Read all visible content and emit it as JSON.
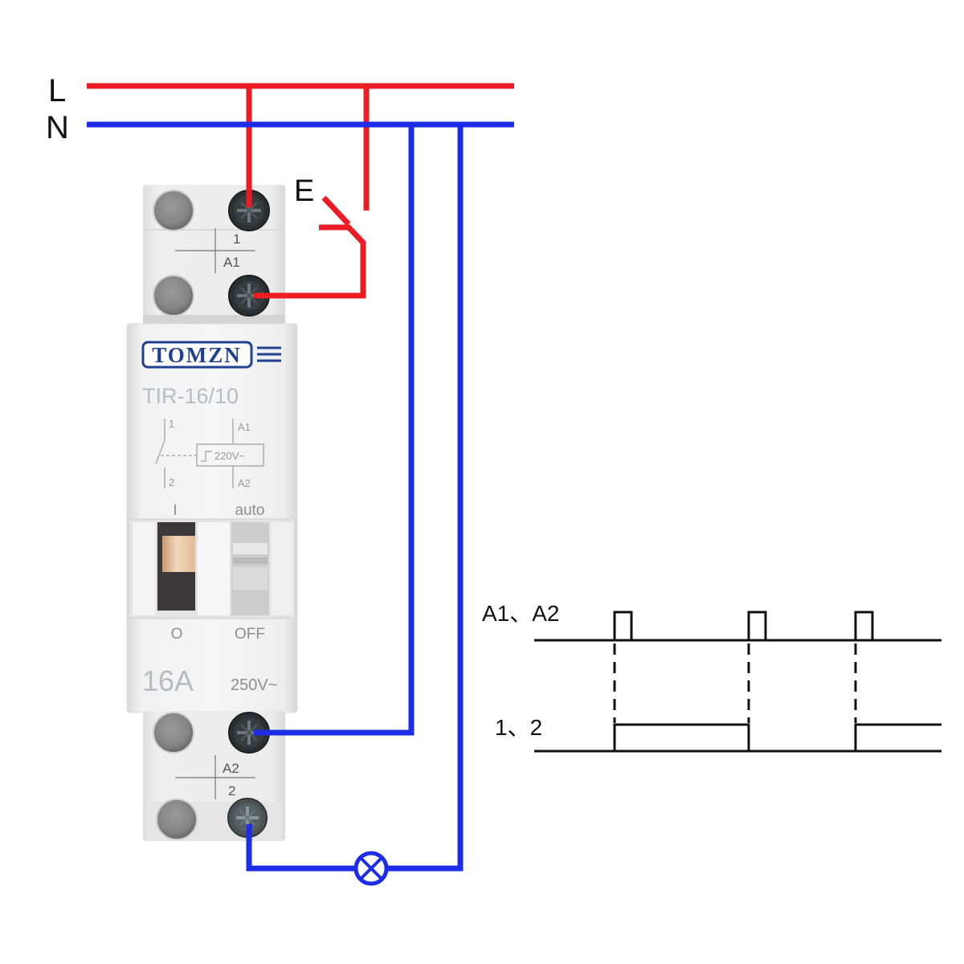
{
  "bus": {
    "live_label": "L",
    "neutral_label": "N"
  },
  "switch": {
    "label": "E"
  },
  "device": {
    "brand": "TOMZN",
    "model": "TIR-16/10",
    "top_terminals": {
      "upper": "1",
      "lower": "A1"
    },
    "symbol": {
      "contact_top": "1",
      "contact_bottom": "2",
      "coil_top": "A1",
      "coil_bottom": "A2",
      "coil_voltage": "220V~"
    },
    "toggle": {
      "on_label": "I",
      "off_label": "O"
    },
    "mode": {
      "auto_label": "auto",
      "off_label": "OFF"
    },
    "rating_current": "16A",
    "rating_voltage": "250V~",
    "bottom_terminals": {
      "upper": "A2",
      "lower": "2"
    }
  },
  "timing": {
    "input_label": "A1、A2",
    "output_label": "1、2"
  },
  "colors": {
    "live": "#ec1c24",
    "neutral": "#1c2ce8",
    "brand": "#1f3f8f"
  }
}
